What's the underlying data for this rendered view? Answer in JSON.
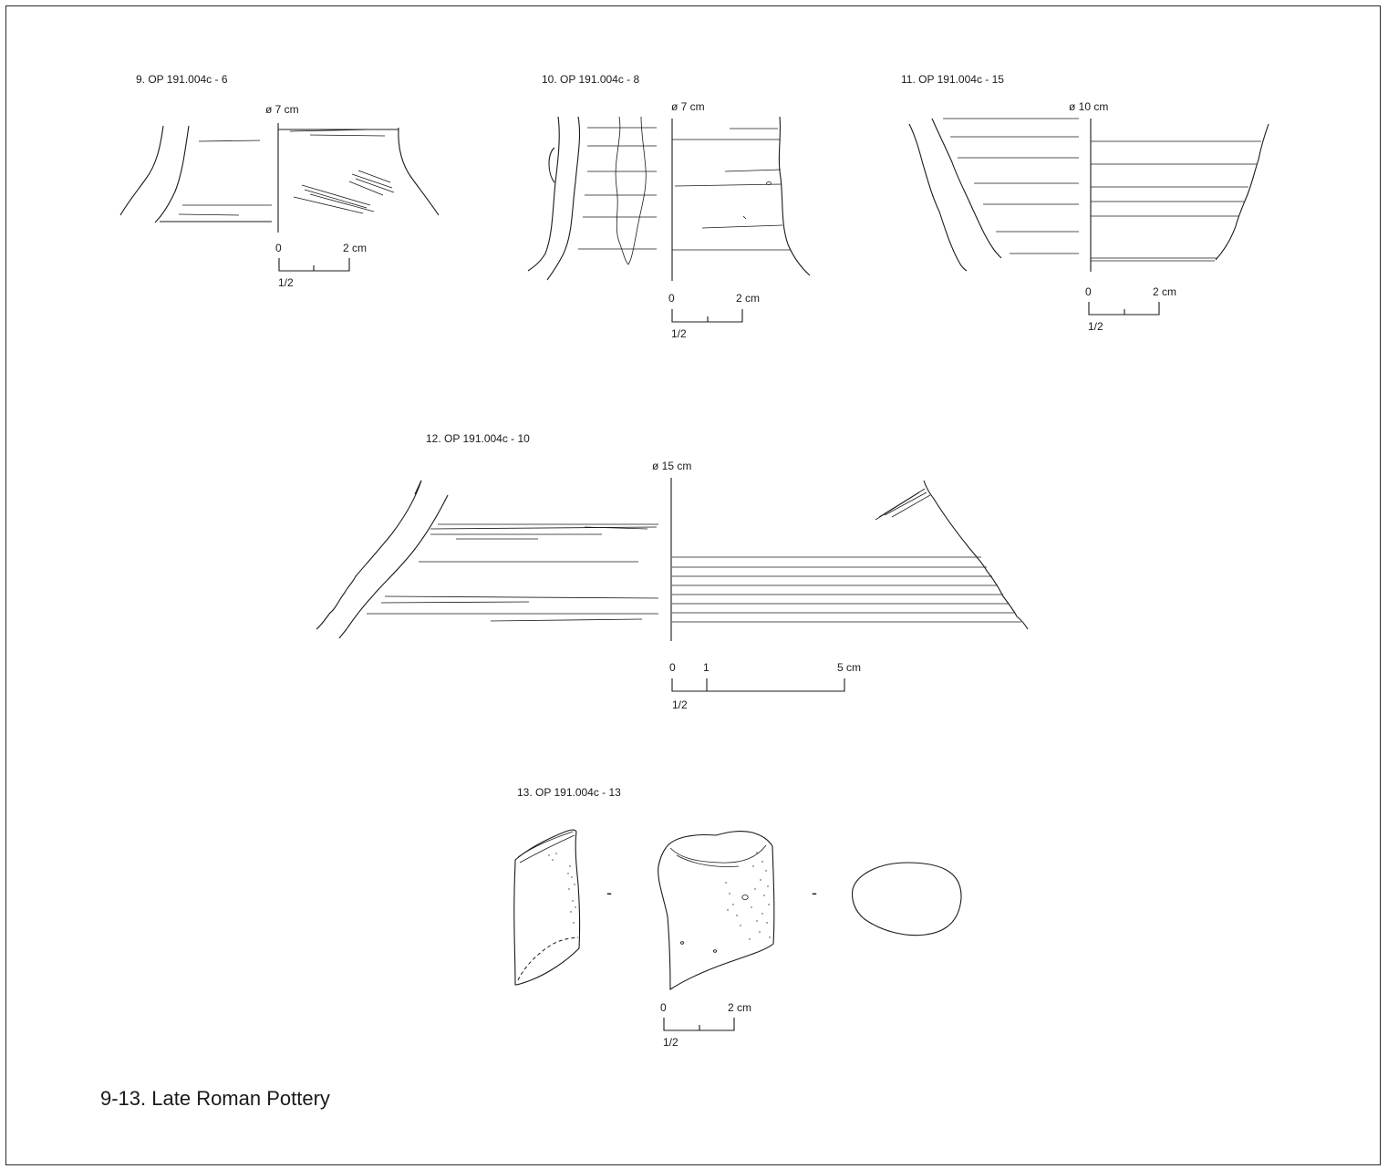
{
  "figures": [
    {
      "id": "9",
      "label": "9. OP 191.004c - 6",
      "diameter": "ø 7 cm",
      "scale": {
        "start": "0",
        "end": "2 cm",
        "ratio": "1/2"
      }
    },
    {
      "id": "10",
      "label": "10. OP 191.004c - 8",
      "diameter": "ø 7 cm",
      "scale": {
        "start": "0",
        "end": "2 cm",
        "ratio": "1/2"
      }
    },
    {
      "id": "11",
      "label": "11. OP 191.004c -  15",
      "diameter": "ø 10 cm",
      "scale": {
        "start": "0",
        "end": "2 cm",
        "ratio": "1/2"
      }
    },
    {
      "id": "12",
      "label": "12. OP 191.004c - 10",
      "diameter": "ø 15 cm",
      "scale": {
        "start": "0",
        "mid": "1",
        "end": "5 cm",
        "ratio": "1/2"
      }
    },
    {
      "id": "13",
      "label": "13. OP 191.004c - 13",
      "view_separator": "-",
      "scale": {
        "start": "0",
        "end": "2 cm",
        "ratio": "1/2"
      }
    }
  ],
  "caption": "9-13. Late Roman Pottery"
}
